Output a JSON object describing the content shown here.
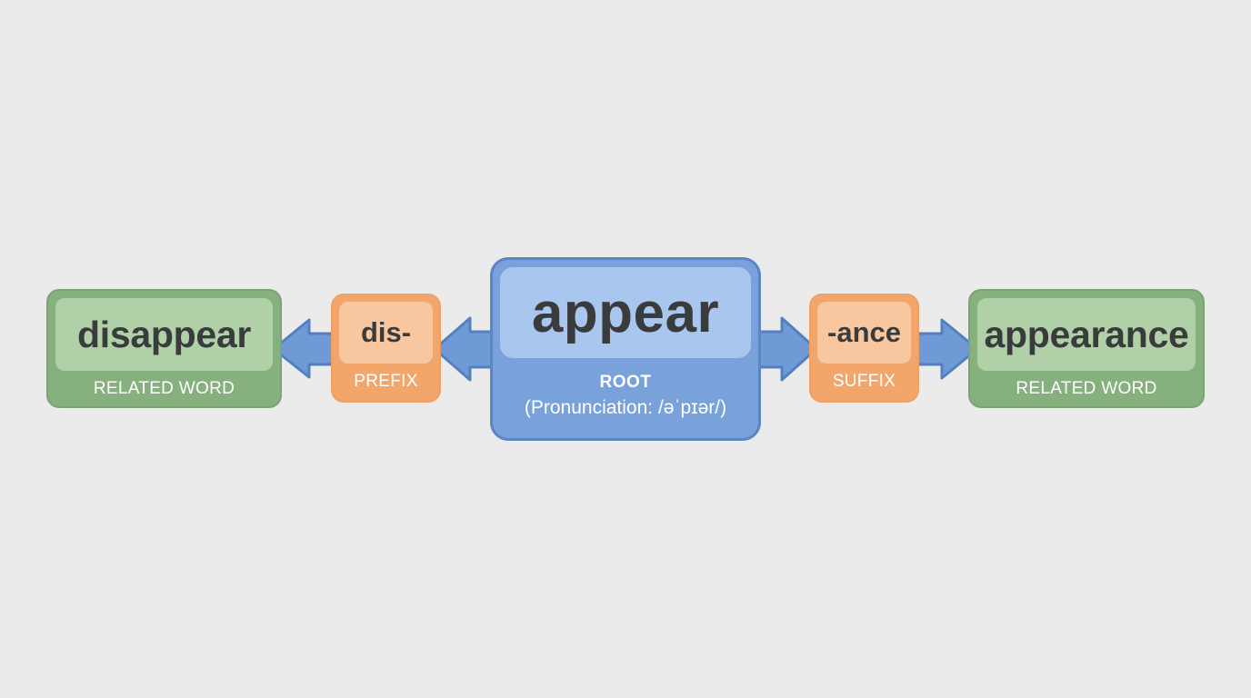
{
  "diagram": {
    "root": {
      "word": "appear",
      "role": "ROOT",
      "pronunciation": "(Pronunciation: /əˈpɪər/)"
    },
    "prefix": {
      "affix": "dis-",
      "role": "PREFIX"
    },
    "suffix": {
      "affix": "-ance",
      "role": "SUFFIX"
    },
    "left_word": {
      "word": "disappear",
      "role": "RELATED WORD"
    },
    "right_word": {
      "word": "appearance",
      "role": "RELATED WORD"
    }
  },
  "colors": {
    "background": "#ebebeb",
    "root_fill": "#79a2da",
    "root_inner": "#a8c6ee",
    "affix_fill": "#f3a66b",
    "affix_inner": "#f8c79f",
    "related_fill": "#86b17f",
    "related_inner": "#b0d1a8",
    "arrow_fill": "#6f9ad6",
    "arrow_stroke": "#5580c0",
    "text_dark": "#3a3b3d"
  }
}
